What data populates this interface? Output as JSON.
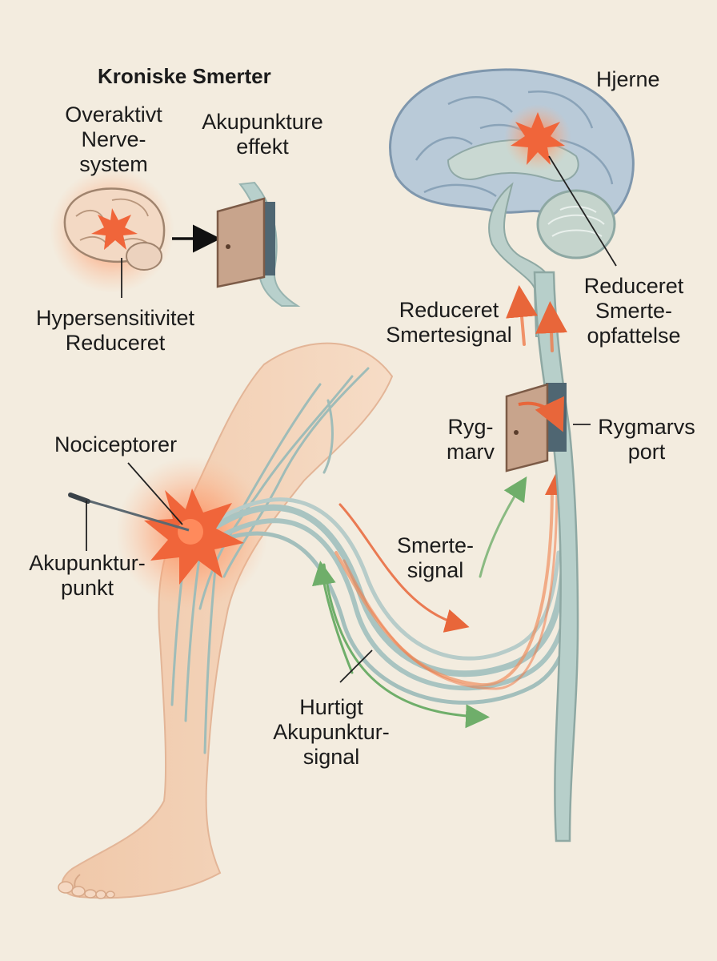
{
  "title": "Kroniske Smerter",
  "labels": {
    "overactive": [
      "Overaktivt",
      "Nerve-",
      "system"
    ],
    "acu_effect": [
      "Akupunkture",
      "effekt"
    ],
    "hypersensitivity": [
      "Hypersensitivitet",
      "Reduceret"
    ],
    "brain": "Hjerne",
    "reduced_signal": [
      "Reduceret",
      "Smertesignal"
    ],
    "reduced_perception": [
      "Reduceret",
      "Smerte-",
      "opfattelse"
    ],
    "spinal_cord": [
      "Ryg-",
      "marv"
    ],
    "spinal_gate": [
      "Rygmarvs",
      "port"
    ],
    "nociceptors": "Nociceptorer",
    "acu_point": [
      "Akupunktur-",
      "punkt"
    ],
    "pain_signal": [
      "Smerte-",
      "signal"
    ],
    "fast_signal": [
      "Hurtigt",
      "Akupunktur-",
      "signal"
    ]
  },
  "colors": {
    "background": "#f3ecdf",
    "nerve": "#a9c4c1",
    "brain": "#b9cad8",
    "skin": "#f1cfb4",
    "pain": "#ef6a3a",
    "acu_green": "#6fae6a",
    "gate": "#c8a48c"
  }
}
